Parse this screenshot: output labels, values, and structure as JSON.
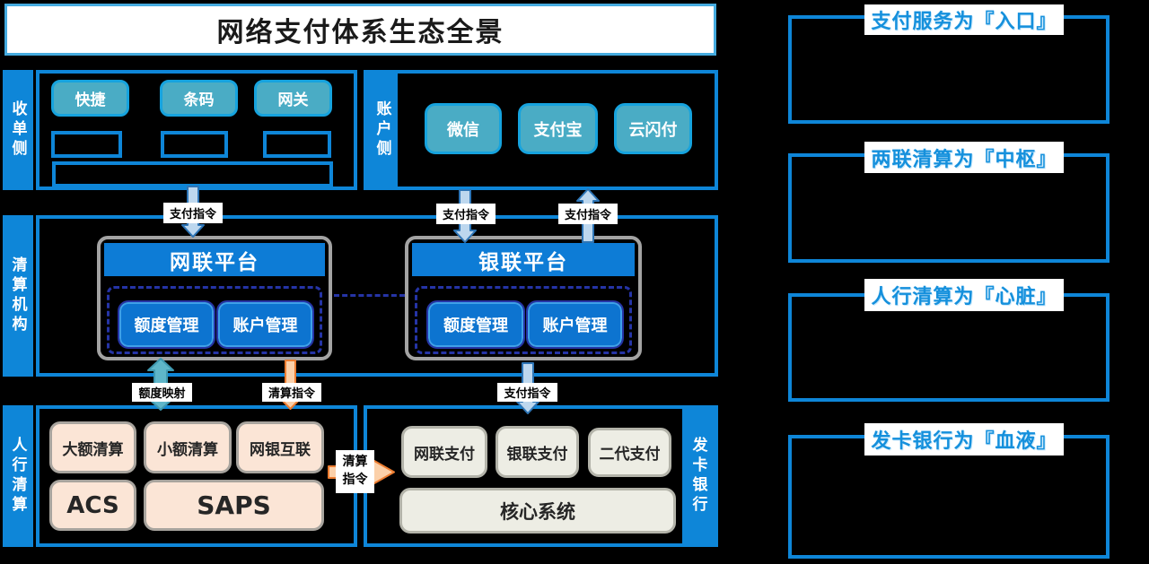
{
  "title": "网络支付体系生态全景",
  "acquiring": {
    "side_label": "收单侧",
    "buttons": [
      "快捷",
      "条码",
      "网关"
    ]
  },
  "account": {
    "side_label": "账户侧",
    "buttons": [
      "微信",
      "支付宝",
      "云闪付"
    ]
  },
  "clearing": {
    "side_label": "清算机构",
    "wanglian": {
      "title": "网联平台",
      "modules": [
        "额度管理",
        "账户管理"
      ]
    },
    "yinlian": {
      "title": "银联平台",
      "modules": [
        "额度管理",
        "账户管理"
      ]
    }
  },
  "pboc": {
    "side_label": "人行清算",
    "systems": [
      "大额清算",
      "小额清算",
      "网银互联"
    ],
    "systems2": [
      "ACS",
      "SAPS"
    ]
  },
  "issuer": {
    "side_label": "发卡银行",
    "systems": [
      "网联支付",
      "银联支付",
      "二代支付"
    ],
    "core": "核心系统"
  },
  "arrow_labels": {
    "pay_acquiring": "支付指令",
    "pay_account_down": "支付指令",
    "pay_account_up": "支付指令",
    "quota_mapping": "额度映射",
    "clearing_down": "清算指令",
    "pay_issuer": "支付指令",
    "clearing_right": "清算指令"
  },
  "annotations": [
    {
      "title": "支付服务为『入口』"
    },
    {
      "title": "两联清算为『中枢』"
    },
    {
      "title": "人行清算为『心脏』"
    },
    {
      "title": "发卡银行为『血液』"
    }
  ],
  "colors": {
    "canvas_bg": "#000000",
    "primary_blue": "#0E86D8",
    "title_border": "#45ABDF",
    "teal_fill": "#4AACC5",
    "teal_border": "#16A3DE",
    "platform_blue": "#0D7CD6",
    "module_blue": "#0D74D0",
    "module_border": "#3FA0E8",
    "navy_dash": "#2534A6",
    "gray_border": "#A3A3A3",
    "peach_fill": "#FBE5D6",
    "peach_border": "#A8A49E",
    "panel_gray_fill": "#EDEDE4",
    "panel_gray_border": "#B3B3A9",
    "orange": "#ED7D31",
    "orange_fill": "#FBD0A9",
    "arrow_blue_fill": "#BDD7EE",
    "arrow_blue_stroke": "#2E75B6",
    "teal_arrow_fill": "#5FB6C9",
    "teal_arrow_stroke": "#3E98B0",
    "annotation_title_blue": "#1590DC",
    "text_dark": "#1A1A1A"
  }
}
